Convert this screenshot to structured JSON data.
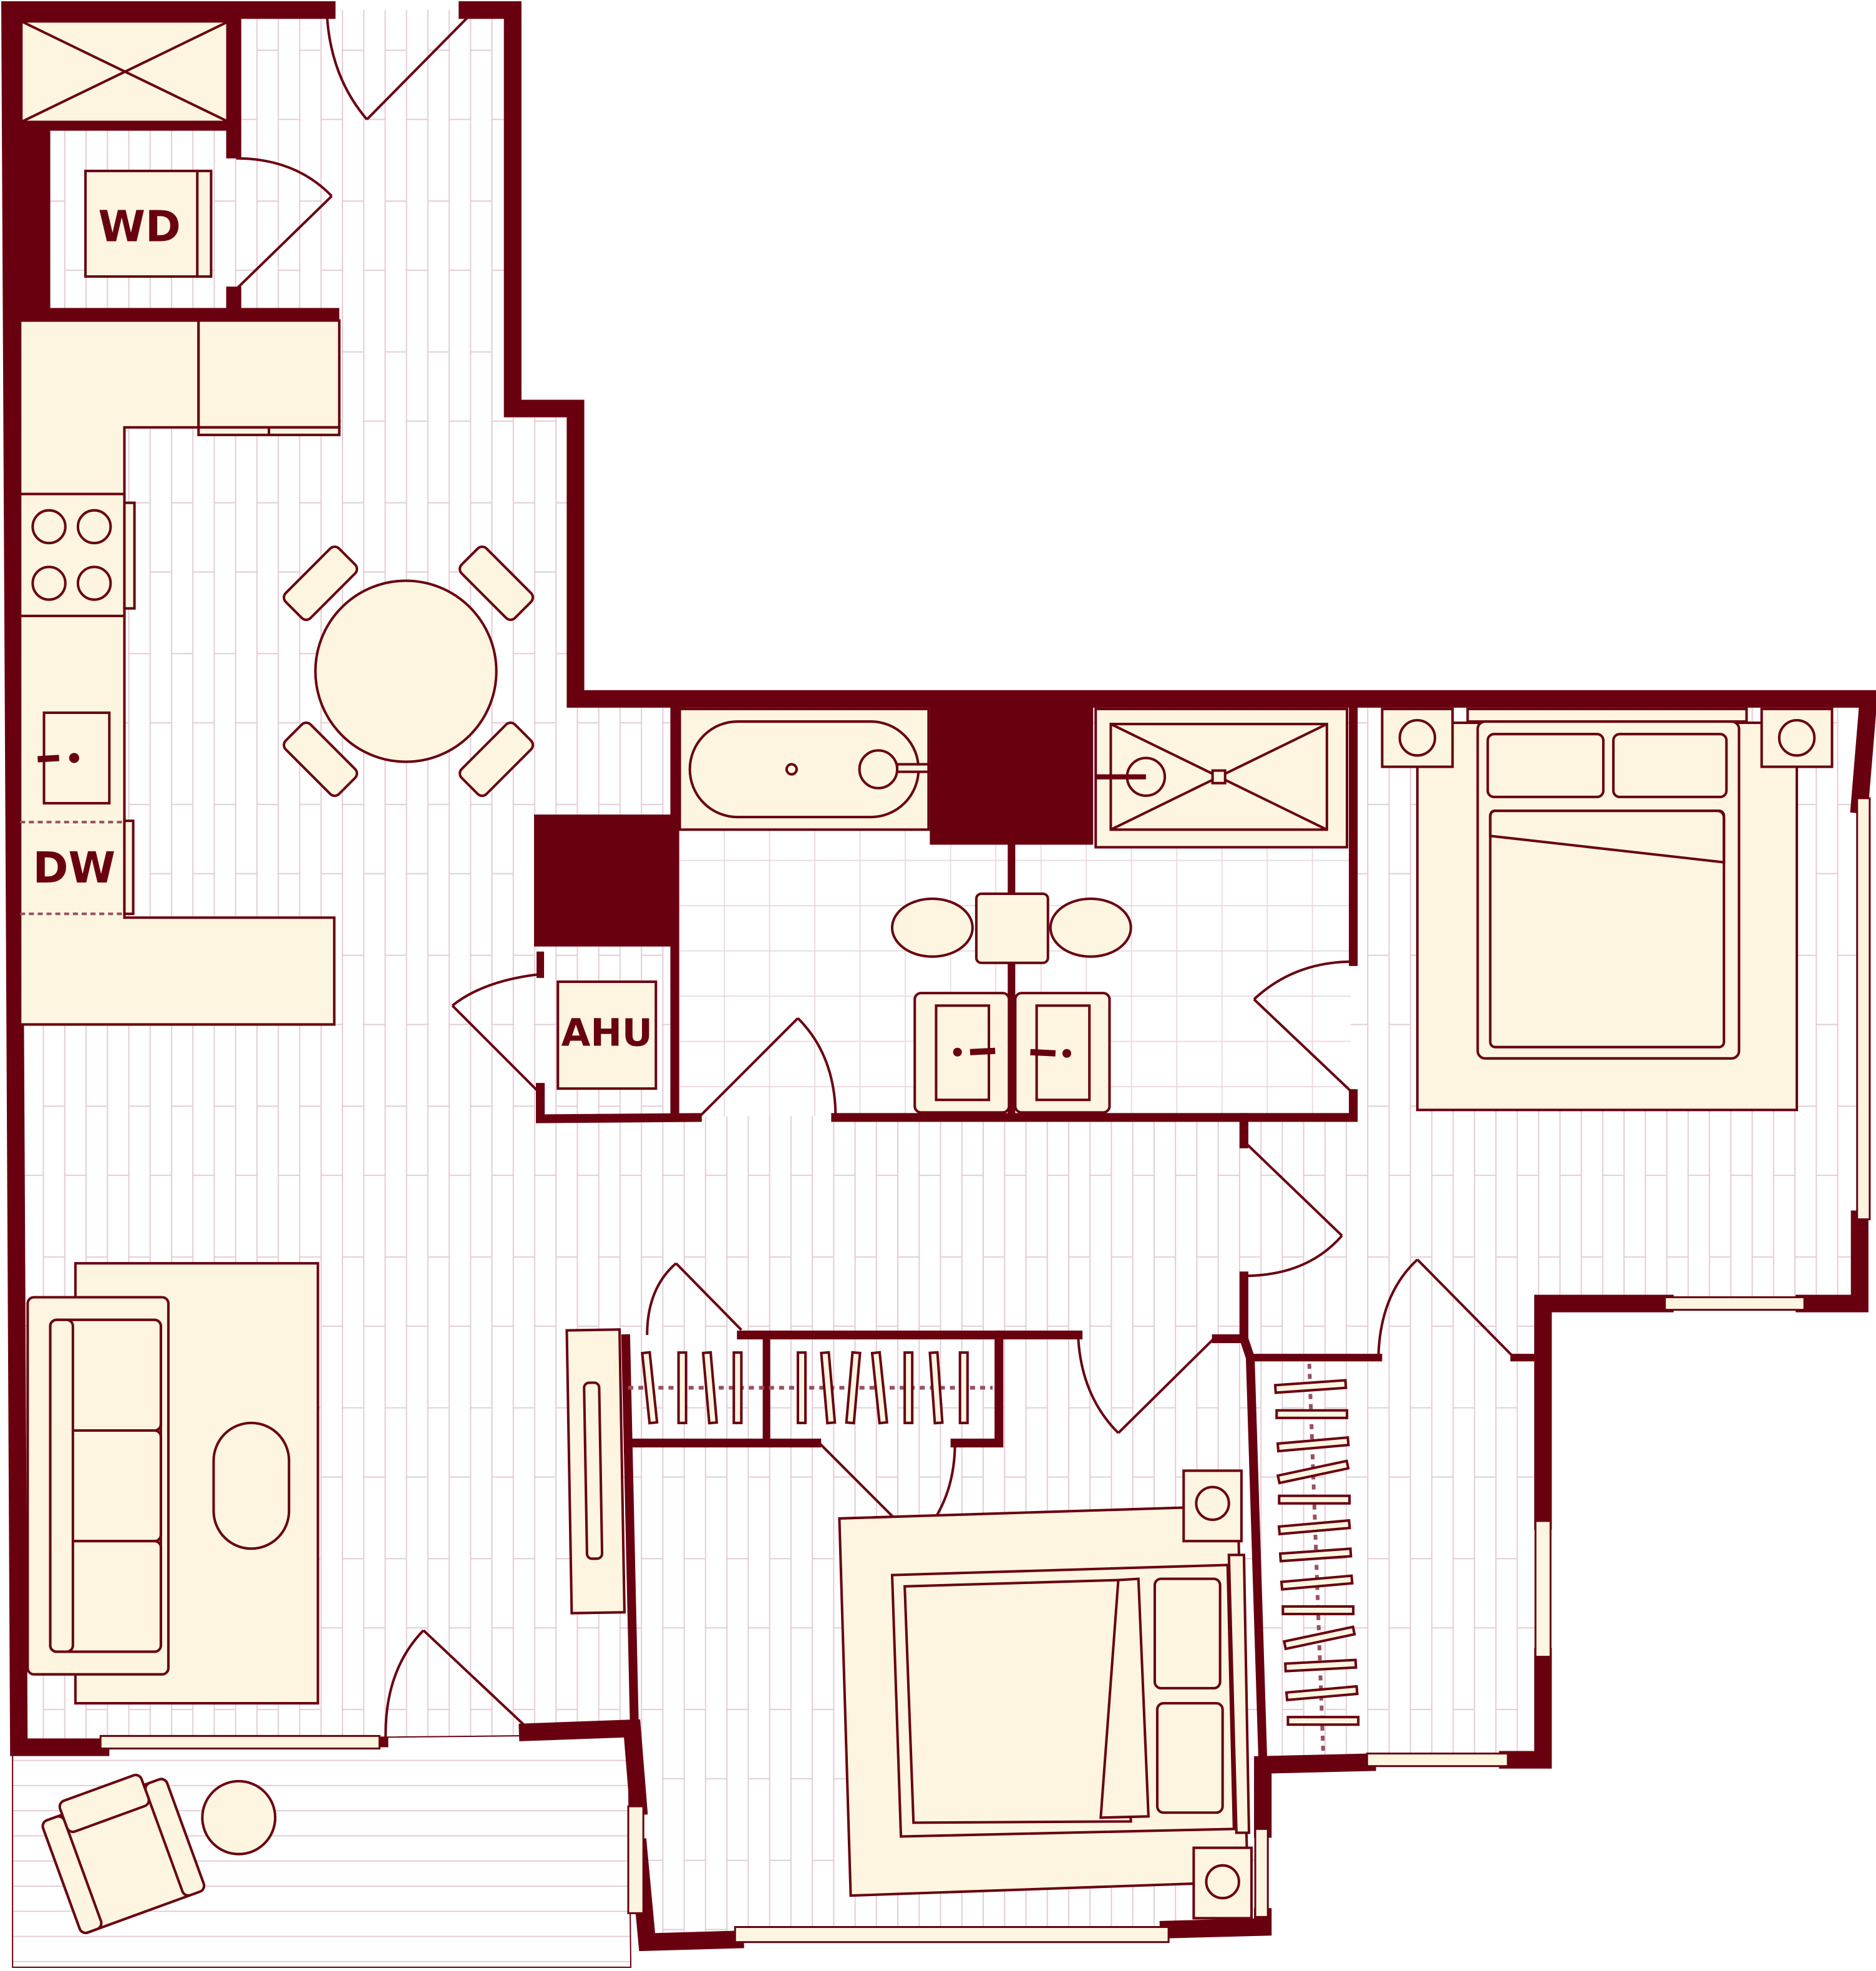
{
  "floorplan": {
    "labels": {
      "washer_dryer": "WD",
      "dishwasher": "DW",
      "air_handler": "AHU"
    },
    "colors": {
      "wall": "#690010",
      "fixture_fill": "#fdf5e0",
      "floor_lines": "#e3cdd4",
      "background": "#ffffff"
    }
  }
}
